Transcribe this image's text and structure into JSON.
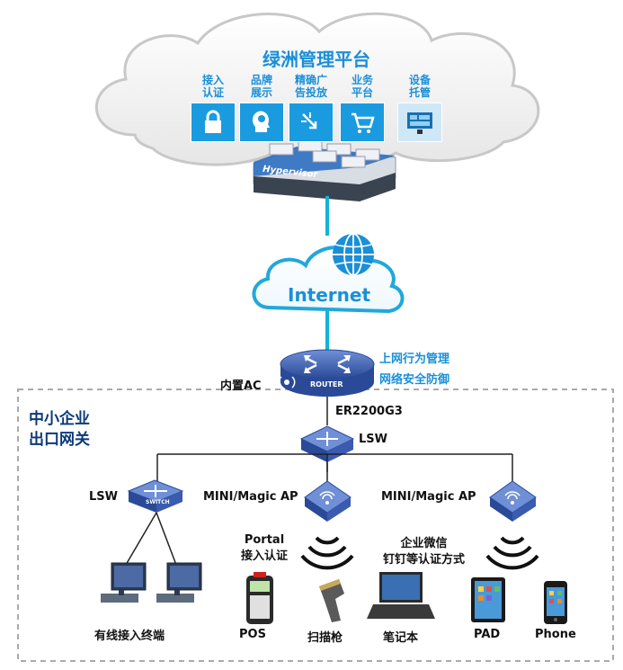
{
  "cloud": {
    "title": "绿洲管理平台",
    "services": [
      {
        "label": "接入\n认证",
        "icon": "lock-icon"
      },
      {
        "label": "品牌\n展示",
        "icon": "head-gear-icon"
      },
      {
        "label": "精确广\n告投放",
        "icon": "target-click-icon"
      },
      {
        "label": "业务\n平台",
        "icon": "shopping-cart-icon"
      },
      {
        "label": "设备\n托管",
        "icon": "monitoring-screen-icon"
      }
    ],
    "server_label": "Hypervisor"
  },
  "internet": {
    "label": "Internet",
    "icon": "globe-icon"
  },
  "router": {
    "badge": "ROUTER",
    "left_label": "内置AC",
    "right_labels": [
      "上网行为管理",
      "网络安全防御"
    ],
    "model": "ER2200G3"
  },
  "gateway_box": {
    "title_lines": [
      "中小企业",
      "出口网关"
    ]
  },
  "core_switch": {
    "label": "LSW"
  },
  "access_switch": {
    "label": "LSW",
    "badge": "SWITCH"
  },
  "aps": [
    {
      "label": "MINI/Magic AP",
      "caption": [
        "Portal",
        "接入认证"
      ]
    },
    {
      "label": "MINI/Magic AP",
      "caption": [
        "企业微信",
        "钉钉等认证方式"
      ]
    }
  ],
  "terminals": {
    "wired": "有线接入终端",
    "pos": "POS",
    "scanner": "扫描枪",
    "laptop": "笔记本",
    "pad": "PAD",
    "phone": "Phone"
  },
  "colors": {
    "accent": "#1a8fd8",
    "device": "#3f62b4",
    "link": "#13b2d8",
    "title": "#0b3a78"
  }
}
